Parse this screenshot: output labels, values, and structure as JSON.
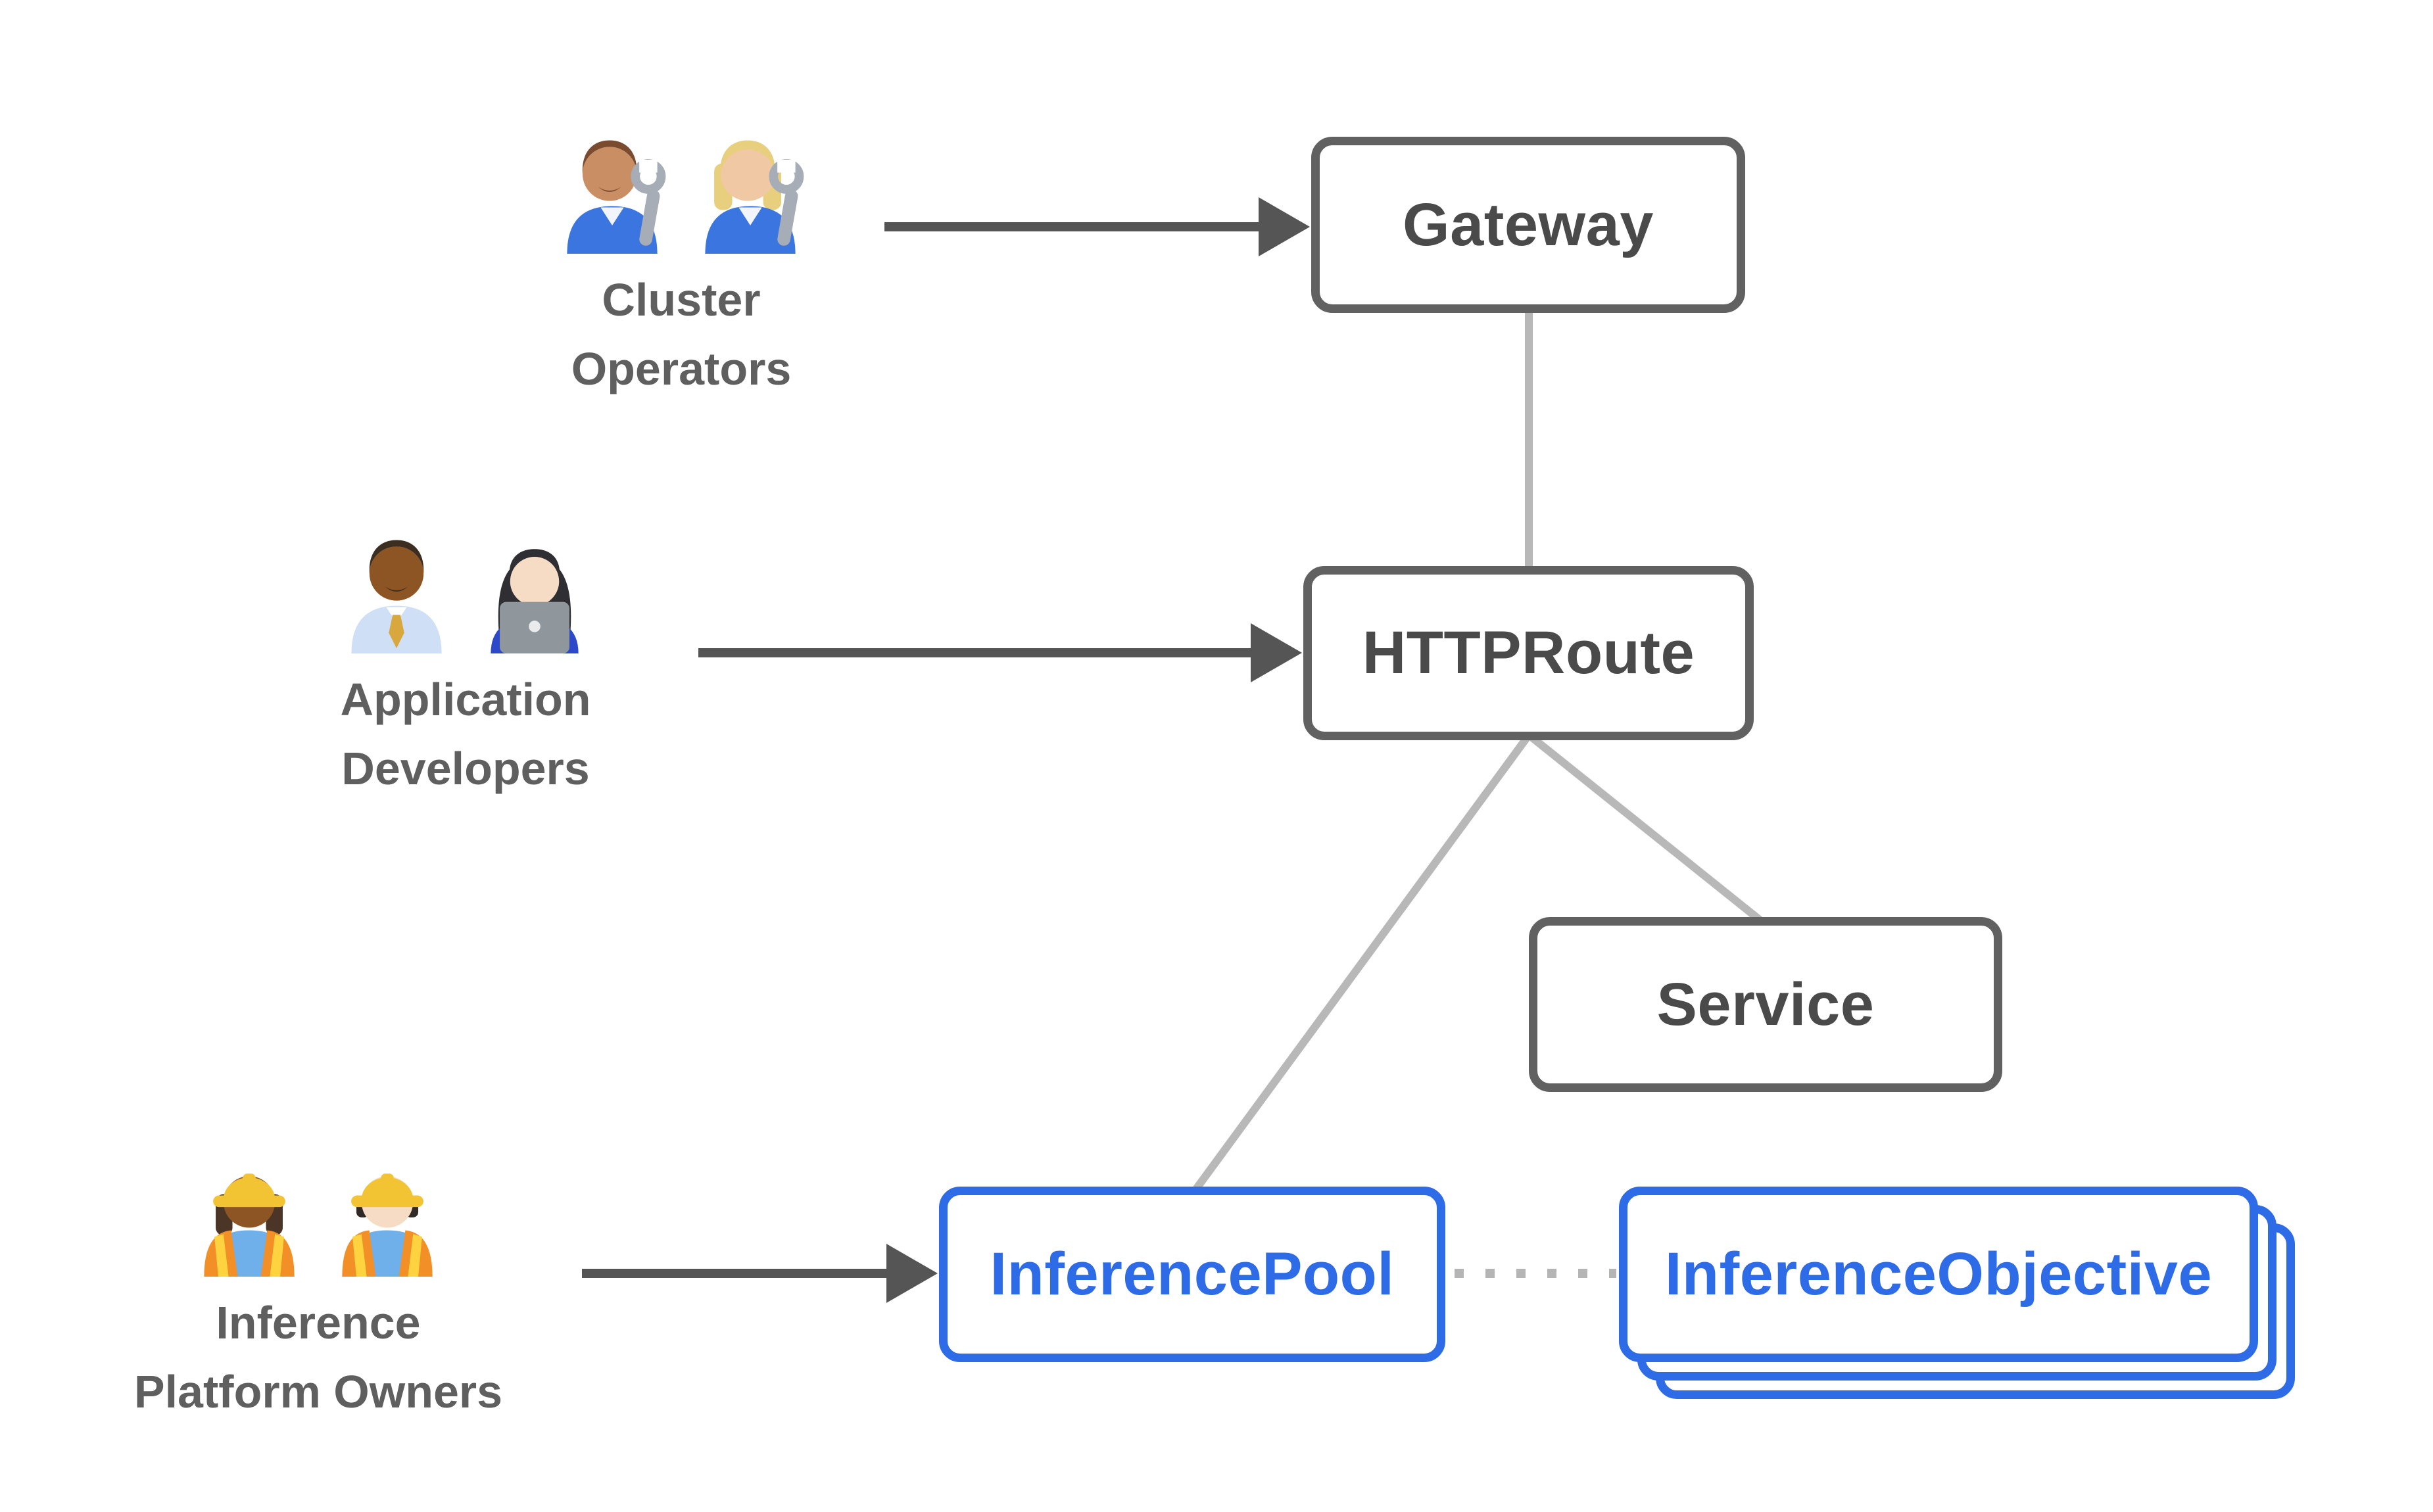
{
  "diagram": {
    "background": "#ffffff",
    "colors": {
      "node_border_gray": "#616161",
      "node_text_gray": "#4a4a4a",
      "accent_blue": "#2e6be6",
      "connector_gray": "#b8b8b8",
      "arrow_dark_gray": "#555555",
      "persona_label_gray": "#5f5f5f",
      "dotted_line_gray": "#b5b5b5"
    },
    "nodes": {
      "gateway": {
        "label": "Gateway"
      },
      "httproute": {
        "label": "HTTPRoute"
      },
      "service": {
        "label": "Service"
      },
      "inference_pool": {
        "label": "InferencePool"
      },
      "inference_objective": {
        "label": "InferenceObjective",
        "stacked_cards": 3
      }
    },
    "personas": {
      "cluster_operators": {
        "line1": "Cluster",
        "line2": "Operators",
        "icons": [
          "man-mechanic-icon",
          "woman-mechanic-icon"
        ]
      },
      "application_developers": {
        "line1": "Application",
        "line2": "Developers",
        "icons": [
          "man-office-worker-icon",
          "woman-technologist-icon"
        ]
      },
      "inference_platform_owners": {
        "line1": "Inference",
        "line2": "Platform Owners",
        "icons": [
          "woman-construction-worker-icon",
          "man-construction-worker-icon"
        ]
      }
    },
    "edges": [
      {
        "from": "cluster_operators",
        "to": "gateway",
        "style": "solid-arrow"
      },
      {
        "from": "application_developers",
        "to": "httproute",
        "style": "solid-arrow"
      },
      {
        "from": "inference_platform_owners",
        "to": "inference_pool",
        "style": "solid-arrow"
      },
      {
        "from": "gateway",
        "to": "httproute",
        "style": "plain-line"
      },
      {
        "from": "httproute",
        "to": "inference_pool",
        "style": "plain-line"
      },
      {
        "from": "httproute",
        "to": "service",
        "style": "plain-line"
      },
      {
        "from": "inference_pool",
        "to": "inference_objective",
        "style": "dotted-line"
      }
    ]
  }
}
